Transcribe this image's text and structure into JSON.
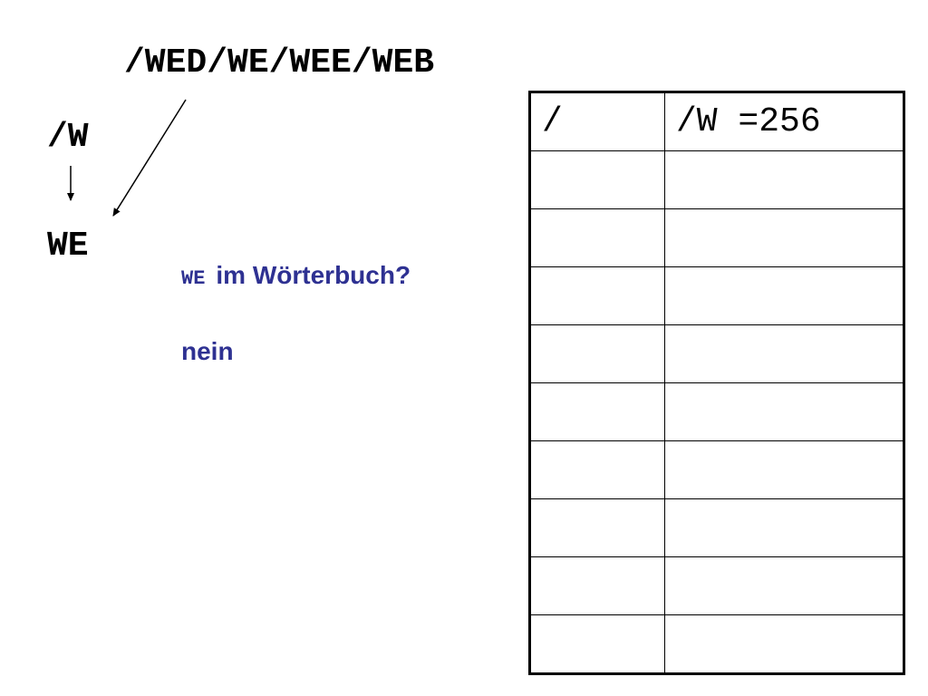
{
  "input_string": "/WED/WE/WEE/WEB",
  "prefix": "/W",
  "current": "WE",
  "question": {
    "code": "WE",
    "text": "im Wörterbuch?"
  },
  "answer": "nein",
  "dictionary": {
    "rows": [
      [
        "/",
        "/W =256"
      ],
      [
        "",
        ""
      ],
      [
        "",
        ""
      ],
      [
        "",
        ""
      ],
      [
        "",
        ""
      ],
      [
        "",
        ""
      ],
      [
        "",
        ""
      ],
      [
        "",
        ""
      ],
      [
        "",
        ""
      ],
      [
        "",
        ""
      ]
    ]
  },
  "colors": {
    "text": "#000000",
    "accent": "#2e3192"
  }
}
